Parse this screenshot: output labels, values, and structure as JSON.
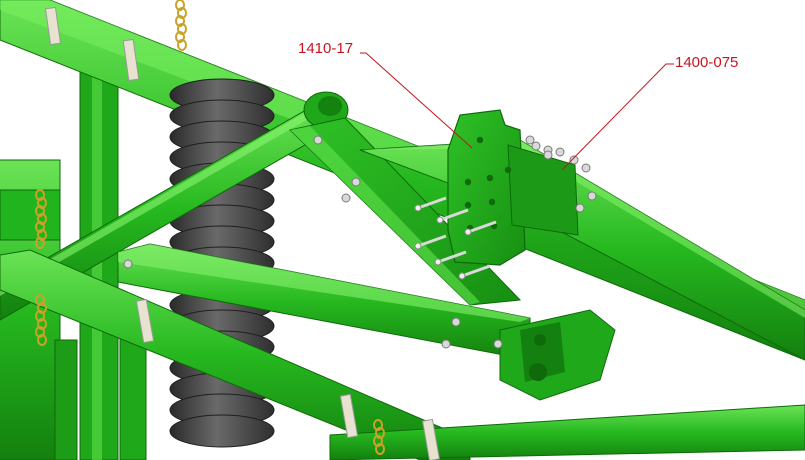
{
  "callouts": [
    {
      "label": "1410-17",
      "part": "weld-plate"
    },
    {
      "label": "1400-075",
      "part": "bolt-kit"
    }
  ],
  "colors": {
    "frame_green": "#22b41e",
    "frame_green_dark": "#14820f",
    "frame_green_light": "#5fe04a",
    "disc_gray": "#4a4a4a",
    "hardware_silver": "#d9d9d9",
    "chain_gold": "#c9a227",
    "leader_red": "#c8141e"
  }
}
